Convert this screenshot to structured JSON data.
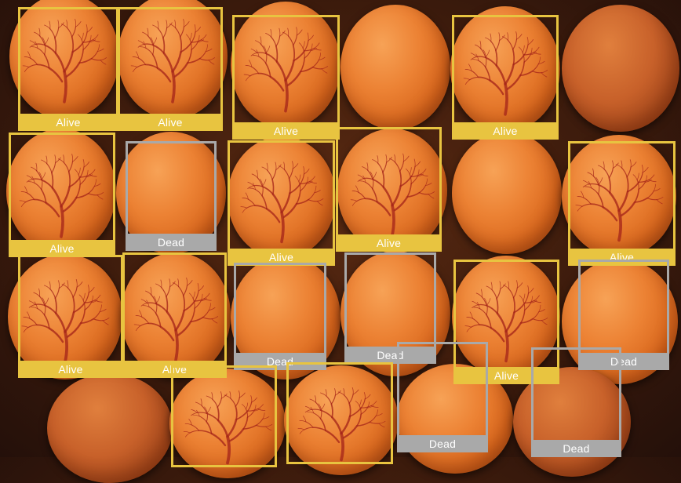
{
  "colors": {
    "alive_box": "#e8c440",
    "dead_box": "#a9a9a9",
    "label_text": "#ffffff"
  },
  "classes": {
    "alive": "Alive",
    "dead": "Dead"
  },
  "detections": [
    {
      "status": "alive",
      "label": "Alive"
    },
    {
      "status": "alive",
      "label": "Alive"
    },
    {
      "status": "alive",
      "label": "Alive"
    },
    {
      "status": "alive",
      "label": "Alive"
    },
    {
      "status": "alive",
      "label": "Alive"
    },
    {
      "status": "dead",
      "label": "Dead"
    },
    {
      "status": "alive",
      "label": "Alive"
    },
    {
      "status": "alive",
      "label": "Alive"
    },
    {
      "status": "alive",
      "label": "Alive"
    },
    {
      "status": "alive",
      "label": "Alive"
    },
    {
      "status": "alive",
      "label": "Alive"
    },
    {
      "status": "dead",
      "label": "Dead"
    },
    {
      "status": "dead",
      "label": "Dead"
    },
    {
      "status": "alive",
      "label": "Alive"
    },
    {
      "status": "dead",
      "label": "Dead"
    },
    {
      "status": "dead",
      "label": "Dead"
    },
    {
      "status": "dead",
      "label": "Dead"
    },
    {
      "status": "alive",
      "label": ""
    },
    {
      "status": "alive",
      "label": ""
    }
  ]
}
